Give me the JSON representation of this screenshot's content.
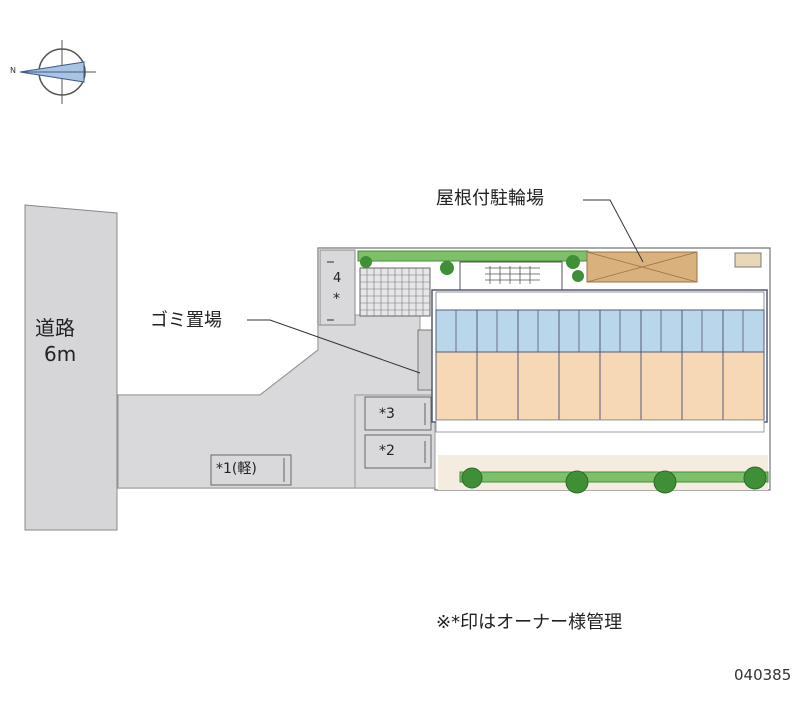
{
  "road": {
    "name": "道路",
    "width": "6m"
  },
  "labels": {
    "bike_parking": "屋根付駐輪場",
    "garbage": "ゴミ置場"
  },
  "parking": {
    "spot4_number": "4",
    "spot4_mark": "*",
    "spot3": "*3",
    "spot2": "*2",
    "spot1": "*1(軽)"
  },
  "note": "※*印はオーナー様管理",
  "code": "040385",
  "compass": {
    "letter": "N",
    "icon": "compass-icon"
  },
  "colors": {
    "road": "#d6d6d8",
    "lot": "#d9d9db",
    "room_floor": "#f6d9b4",
    "bath": "#b9d6ea",
    "greenery": "#3f8f36",
    "bike_roof": "#d9b17c",
    "outline": "#555a78"
  }
}
